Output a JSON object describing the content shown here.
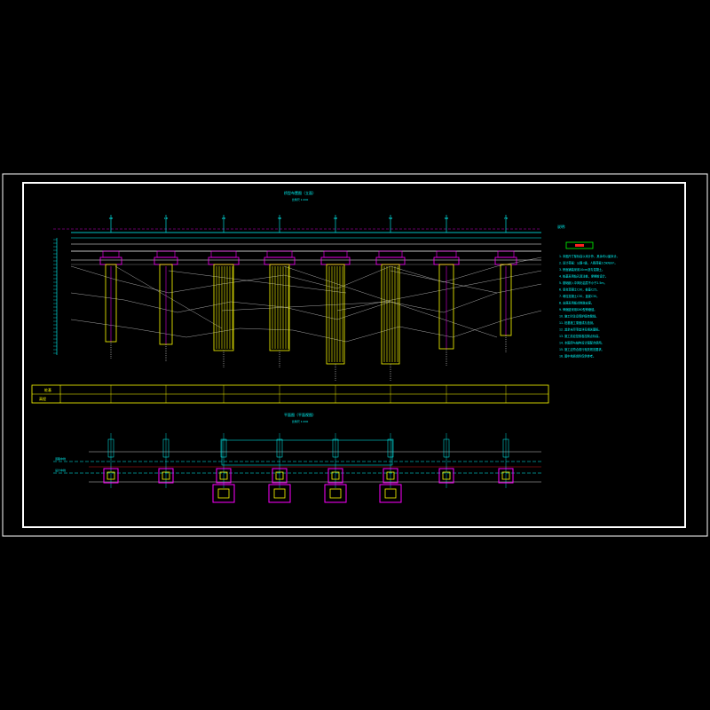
{
  "drawing": {
    "elevation_title": "桥型布置图（立面）",
    "elevation_subtitle": "比例尺   1:200",
    "plan_title": "平面图（平面视图）",
    "plan_subtitle": "比例尺   1:200",
    "table_labels": [
      "桩基",
      "高程"
    ],
    "pier_marks": [
      "0#",
      "1#",
      "2#",
      "3#",
      "4#",
      "5#",
      "6#",
      "7#"
    ],
    "plan_labels": [
      "道路中线",
      "设计中线"
    ],
    "notes_heading": "说明:",
    "notes_lines": [
      "1. 本图尺寸除标高以米计外，其余均以厘米计。",
      "2. 设计荷载：公路-I级，人群荷载3.5kN/m²。",
      "3. 桥面铺装采用10cm沥青混凝土。",
      "4. 桩基采用钻孔灌注桩，摩擦桩设计。",
      "5. 基础嵌入中风化岩层不小于2.5m。",
      "6. 承台混凝土C30，桩基C25。",
      "7. 墩柱混凝土C30，盖梁C30。",
      "8. 支座采用板式橡胶支座。",
      "9. 伸缩缝采用D80型伸缩缝。",
      "10. 施工时注意保护既有管线。",
      "11. 桩基施工需做成孔检测。",
      "12. 其余未尽事宜详见相关图纸。",
      "13. 施工前应复核各控制点标高。",
      "14. 本图须与结构设计图配合使用。",
      "15. 施工应符合现行相关规范要求。",
      "16. 图中地质资料仅供参考。"
    ],
    "colors": {
      "border": "#ffffff",
      "cyan": "#00ffff",
      "magenta": "#ff00ff",
      "yellow": "#ffff00",
      "red": "#ff2020",
      "green": "#00ff00",
      "grey": "#a0a0a0"
    }
  }
}
